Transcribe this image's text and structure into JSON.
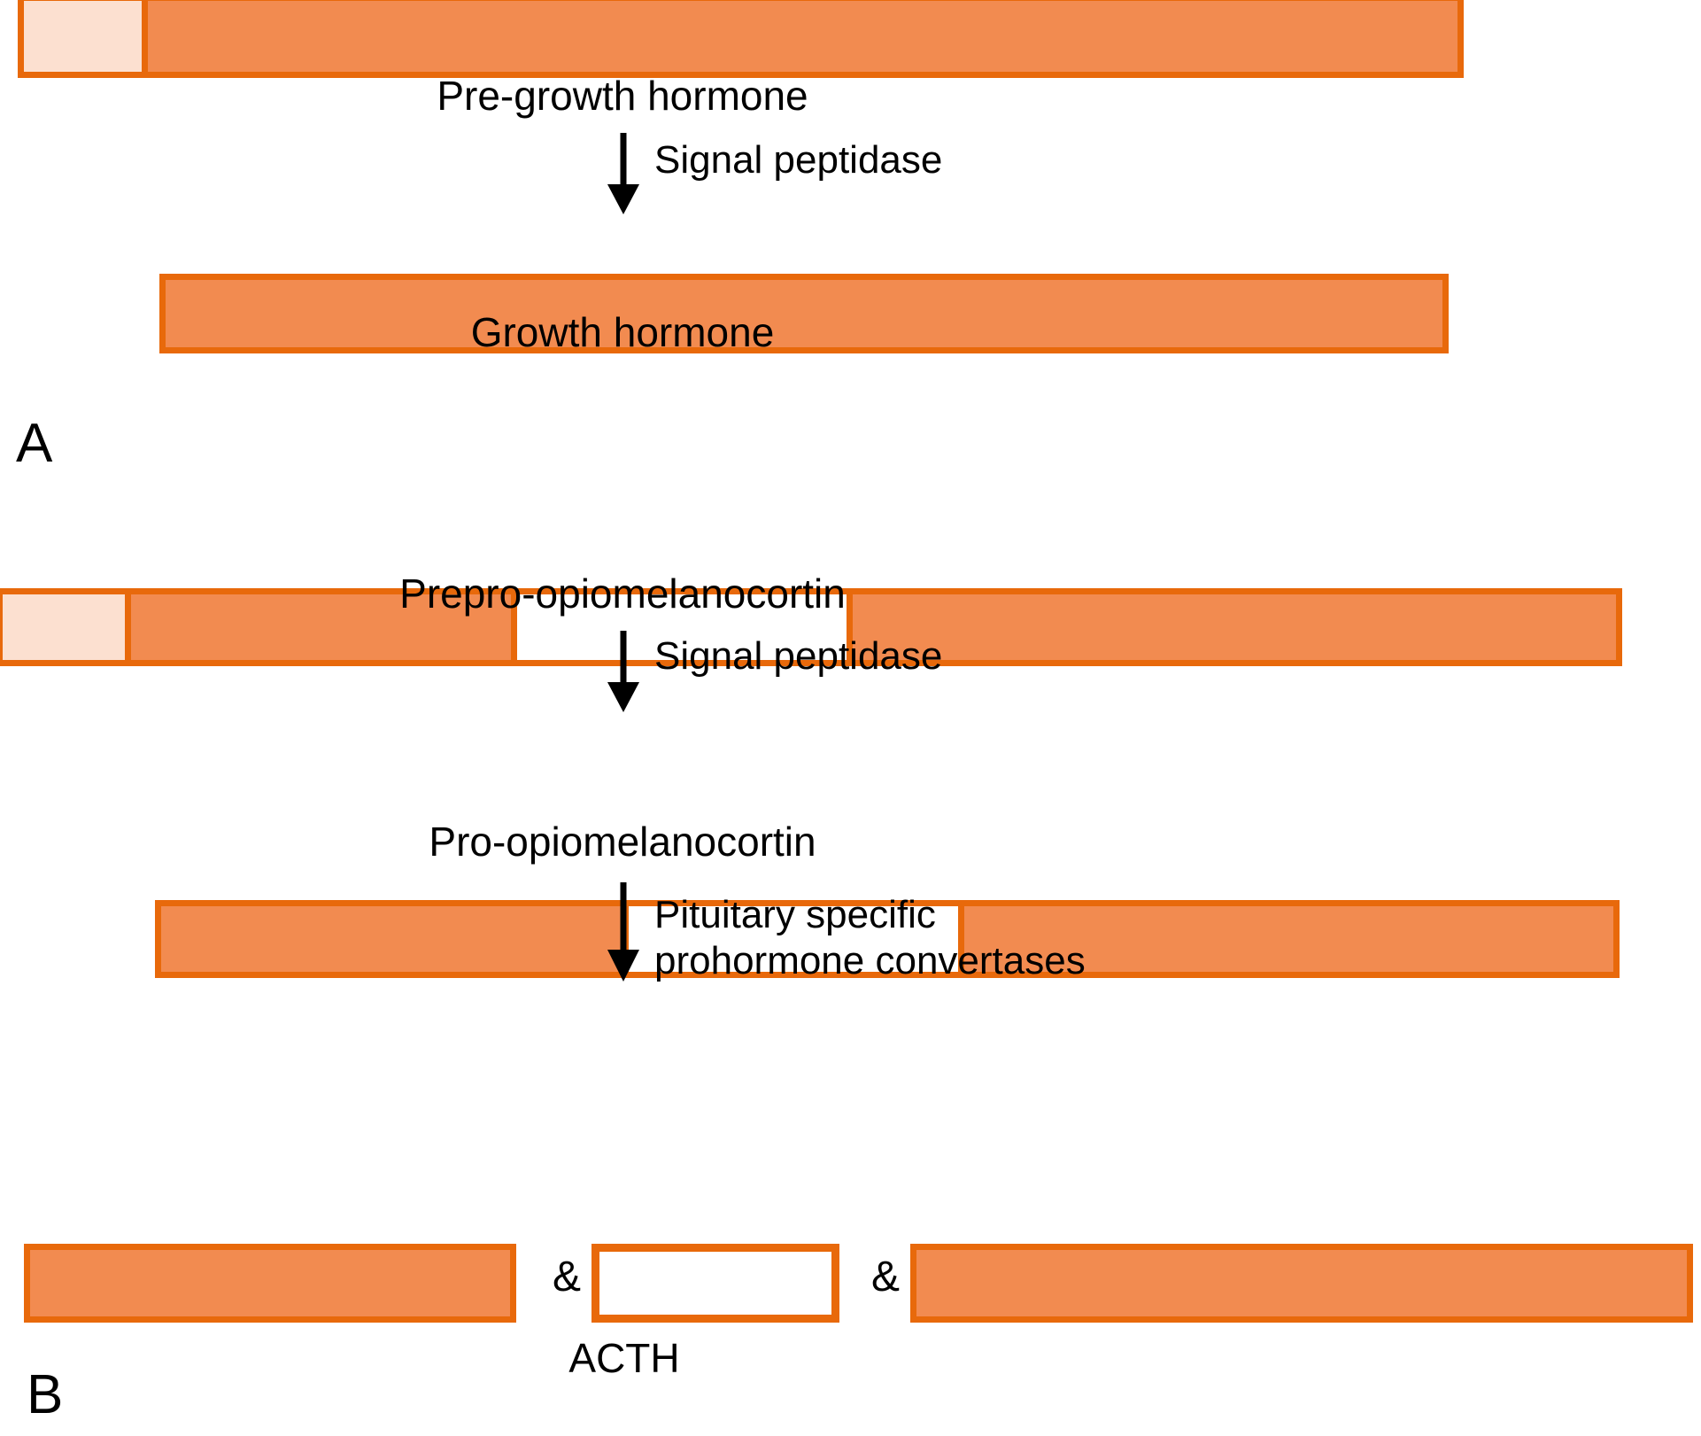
{
  "figure": {
    "title": "Post-translational processing of peptide hormone precursors",
    "colors": {
      "bar_border": "#E8690B",
      "bar_fill": "#F28B50",
      "signal_peptide_fill": "#FCE0D0",
      "cleaved_segment_fill": "#FFFFFF",
      "text": "#000000",
      "background": "#FFFFFF"
    }
  },
  "panels": [
    {
      "id": "A",
      "letter": "A",
      "steps": [
        {
          "name": "precursor",
          "bar_label": "Pre-growth hormone",
          "segments": [
            {
              "kind": "signal-peptide",
              "fill": "signal_peptide_fill"
            },
            {
              "kind": "hormone-body",
              "fill": "bar_fill"
            }
          ]
        },
        {
          "name": "mature",
          "bar_label": "Growth hormone",
          "segments": [
            {
              "kind": "hormone-body",
              "fill": "bar_fill"
            }
          ]
        }
      ],
      "arrows": [
        {
          "enzyme_label": "Signal peptidase"
        }
      ]
    },
    {
      "id": "B",
      "letter": "B",
      "steps": [
        {
          "name": "prepro",
          "bar_label": "Prepro-opiomelanocortin",
          "segments": [
            {
              "kind": "signal-peptide",
              "fill": "signal_peptide_fill"
            },
            {
              "kind": "fragment-n",
              "fill": "bar_fill"
            },
            {
              "kind": "acth",
              "fill": "cleaved_segment_fill"
            },
            {
              "kind": "fragment-c",
              "fill": "bar_fill"
            }
          ]
        },
        {
          "name": "pro",
          "bar_label": "Pro-opiomelanocortin",
          "segments": [
            {
              "kind": "fragment-n",
              "fill": "bar_fill"
            },
            {
              "kind": "acth",
              "fill": "cleaved_segment_fill"
            },
            {
              "kind": "fragment-c",
              "fill": "bar_fill"
            }
          ]
        },
        {
          "name": "products",
          "bar_label": "ACTH",
          "products": [
            {
              "kind": "fragment-n",
              "fill": "bar_fill",
              "label": ""
            },
            {
              "kind": "acth",
              "fill": "cleaved_segment_fill",
              "label": "ACTH"
            },
            {
              "kind": "fragment-c",
              "fill": "bar_fill",
              "label": ""
            }
          ],
          "separator": "&"
        }
      ],
      "arrows": [
        {
          "enzyme_label": "Signal peptidase"
        },
        {
          "enzyme_label_line1": "Pituitary specific",
          "enzyme_label_line2": "prohormone convertases"
        }
      ]
    }
  ],
  "labels": {
    "pre_growth_hormone": "Pre-growth hormone",
    "growth_hormone": "Growth hormone",
    "signal_peptidase_a": "Signal peptidase",
    "signal_peptidase_b": "Signal peptidase",
    "prepro_pomc": "Prepro-opiomelanocortin",
    "pro_pomc": "Pro-opiomelanocortin",
    "convertase_line1": "Pituitary specific",
    "convertase_line2": "prohormone convertases",
    "acth": "ACTH",
    "panel_a": "A",
    "panel_b": "B",
    "amp_left": "&",
    "amp_right": "&"
  }
}
